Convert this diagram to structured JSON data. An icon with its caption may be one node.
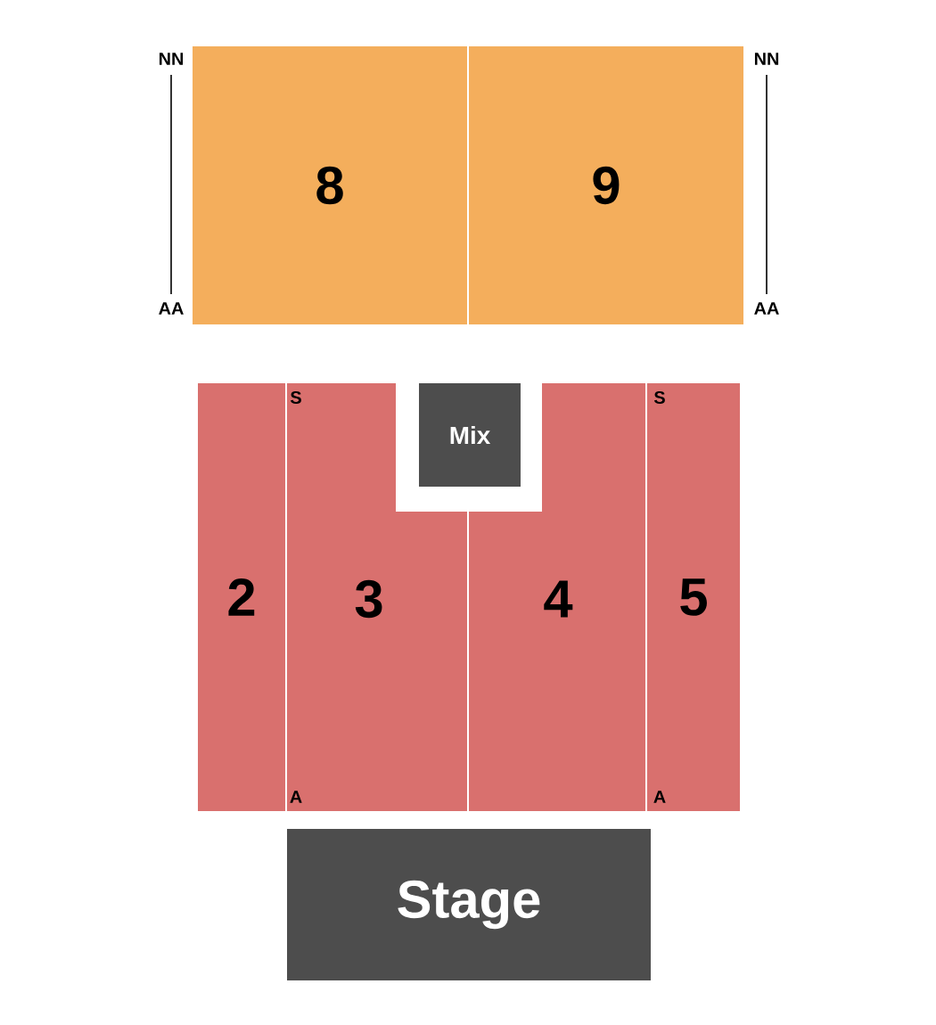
{
  "diagram": {
    "nodes": [
      {
        "text": [
          "8"
        ]
      },
      {
        "text": [
          "9"
        ]
      },
      {
        "text": [
          "Mix"
        ]
      },
      {
        "text": [
          "2"
        ]
      },
      {
        "text": [
          "3"
        ]
      },
      {
        "text": [
          "4"
        ]
      },
      {
        "text": [
          "5"
        ]
      },
      {
        "text": [
          "Stage"
        ]
      }
    ],
    "labels": [
      "NN",
      "NN",
      "AA",
      "AA",
      "S",
      "S",
      "A",
      "A"
    ]
  }
}
